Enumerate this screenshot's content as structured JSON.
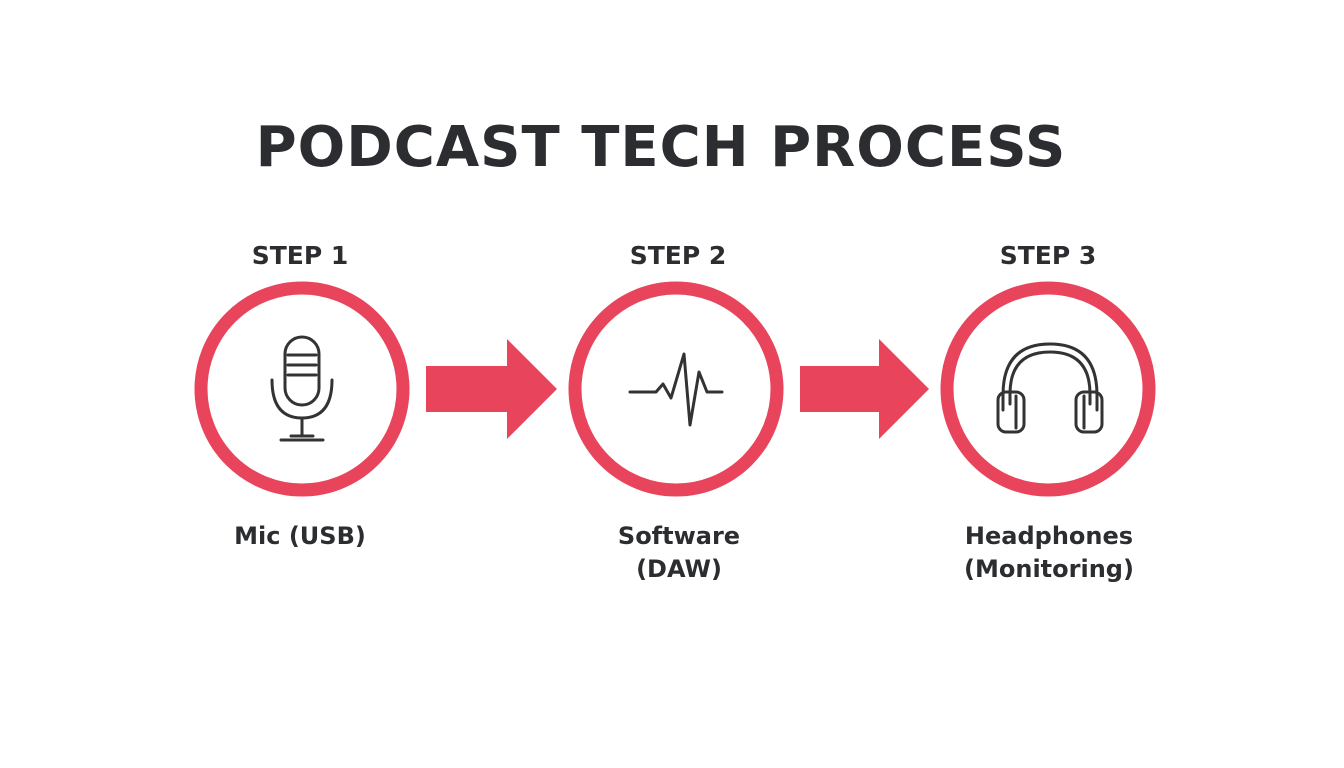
{
  "title": "PODCAST TECH PROCESS",
  "colors": {
    "accent": "#e8455c",
    "text": "#2b2d30",
    "icon": "#333333",
    "background": "#ffffff"
  },
  "steps": [
    {
      "label": "STEP 1",
      "icon": "microphone-icon",
      "caption_lines": [
        "Mic (USB)"
      ]
    },
    {
      "label": "STEP 2",
      "icon": "waveform-icon",
      "caption_lines": [
        "Software",
        "(DAW)"
      ]
    },
    {
      "label": "STEP 3",
      "icon": "headphones-icon",
      "caption_lines": [
        "Headphones",
        "(Monitoring)"
      ]
    }
  ]
}
